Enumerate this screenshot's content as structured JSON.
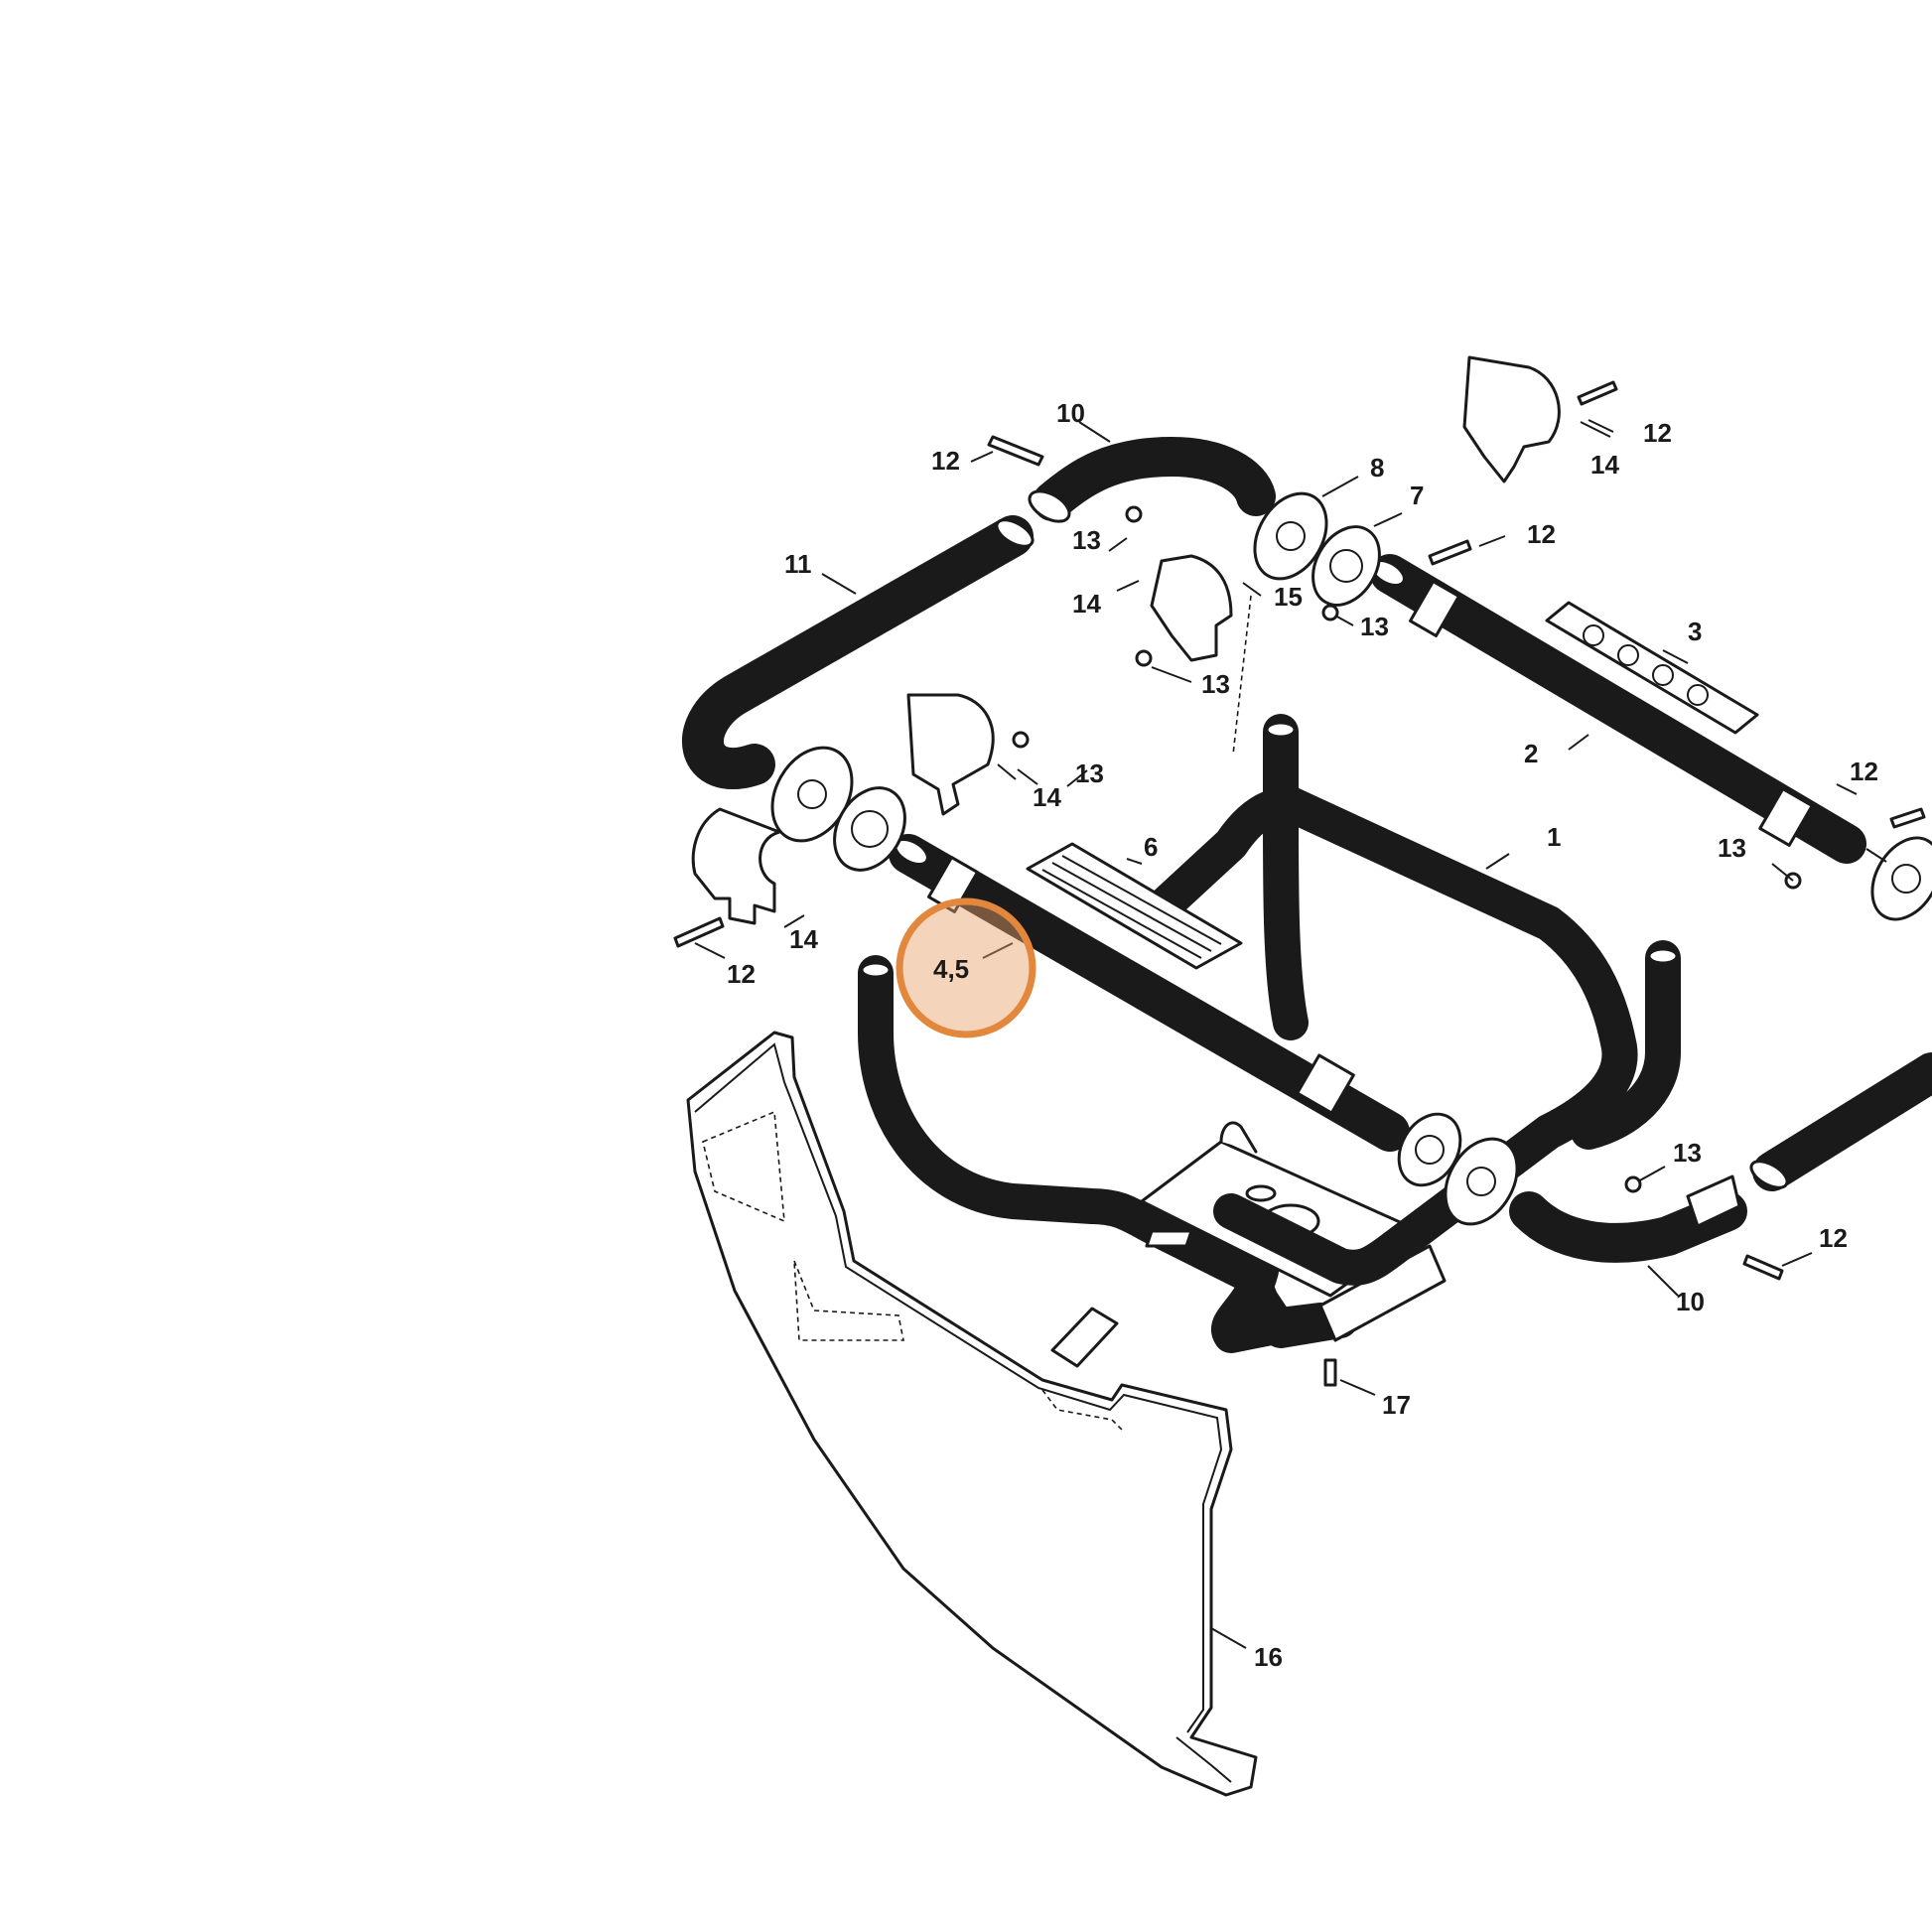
{
  "callouts": {
    "c1": "1",
    "c2": "2",
    "c3": "3",
    "c45": "4,5",
    "c6": "6",
    "c7": "7",
    "c8": "8",
    "c10a": "10",
    "c10b": "10",
    "c11": "11",
    "c12a": "12",
    "c12b": "12",
    "c12c": "12",
    "c12d": "12",
    "c12e": "12",
    "c12f": "12",
    "c13a": "13",
    "c13b": "13",
    "c13c": "13",
    "c13d": "13",
    "c13e": "13",
    "c13f": "13",
    "c14a": "14",
    "c14b": "14",
    "c14c": "14",
    "c14d": "14",
    "c15": "15",
    "c16": "16",
    "c17": "17"
  },
  "highlight": {
    "label": "4,5",
    "color": "#e9a06a"
  }
}
